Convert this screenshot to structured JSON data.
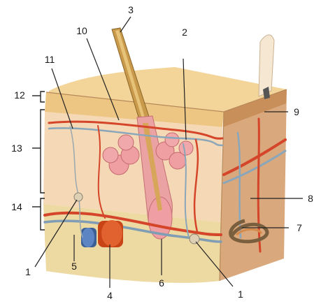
{
  "diagram": {
    "labels": [
      "1",
      "1",
      "2",
      "3",
      "4",
      "5",
      "6",
      "7",
      "8",
      "9",
      "10",
      "11",
      "12",
      "13",
      "14"
    ]
  },
  "colors": {
    "epidermis": "#eeca87",
    "dermis": "#f4d6b2",
    "hypodermis": "#ecd9a3",
    "side_face": "#d9a779",
    "artery": "#d4472d",
    "vein": "#7f9db4",
    "hair": "#c89a4c",
    "gland": "#eba7a6",
    "nerve": "#eadfc7",
    "line": "#222222"
  },
  "icons": {
    "hair_shaft": "hair-shaft-icon",
    "vessel_cut": "blood-vessel-section-icon"
  }
}
